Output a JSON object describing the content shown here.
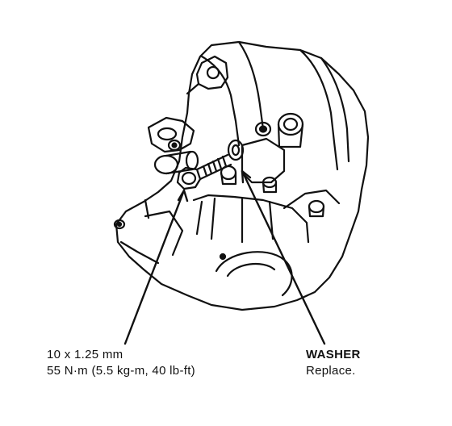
{
  "callouts": {
    "bolt": {
      "size": "10 x 1.25 mm",
      "torque": "55 N·m (5.5 kg-m, 40 lb-ft)"
    },
    "washer": {
      "name": "WASHER",
      "note": "Replace."
    }
  },
  "colors": {
    "ink": "#111111",
    "paper": "#ffffff"
  }
}
